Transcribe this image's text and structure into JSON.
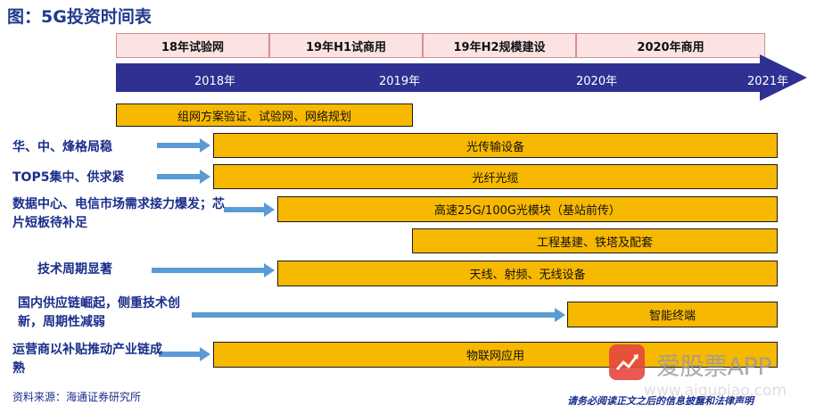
{
  "title": "图：5G投资时间表",
  "phases": [
    "18年试验网",
    "19年H1试商用",
    "19年H2规模建设",
    "2020年商用"
  ],
  "years": [
    "2018年",
    "2019年",
    "2020年",
    "2021年"
  ],
  "bars": [
    "组网方案验证、试验网、网络规划",
    "光传输设备",
    "光纤光缆",
    "高速25G/100G光模块（基站前传）",
    "工程基建、铁塔及配套",
    "天线、射频、无线设备",
    "智能终端",
    "物联网应用"
  ],
  "drivers": [
    "华、中、烽格局稳",
    "TOP5集中、供求紧",
    "数据中心、电信市场需求接力爆发；芯片短板待补足",
    "技术周期显著",
    "国内供应链崛起，侧重技术创新，周期性减弱",
    "运营商以补贴推动产业链成熟"
  ],
  "source": "资料来源：海通证券研究所",
  "disclaimer": "请务必阅读正文之后的信息披露和法律声明",
  "watermark": {
    "logo_text": "爱股票",
    "text": "爱股票APP",
    "url": "www.aigupiao.com"
  },
  "colors": {
    "arrow": "#2e3192",
    "bar_fill": "#f7b800",
    "phase_fill": "#fbe3e3",
    "driver_arrow": "#5b9bd5",
    "title": "#1f3b8f"
  }
}
